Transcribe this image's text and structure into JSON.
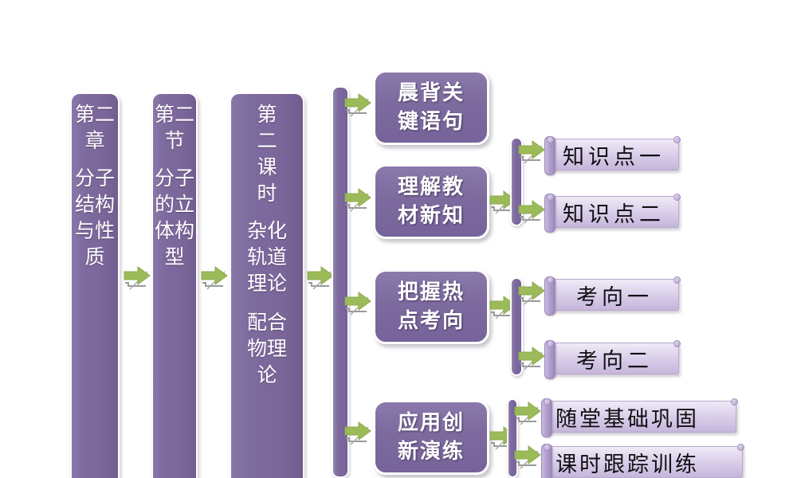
{
  "diagram": {
    "type": "course-navigation-flowchart",
    "language": "zh-CN",
    "colors": {
      "primary_purple": "#7d6a9e",
      "light_lavender": "#ded4ec",
      "arrow_green": "#9bbb59",
      "background": "#ffffff",
      "text_on_purple": "#ffffff",
      "text_on_lavender": "#100f12"
    }
  },
  "columns": {
    "chapter": {
      "heading": "第二章",
      "body": "分子结构与性质"
    },
    "section": {
      "heading": "第二节",
      "body": "分子的立体构型"
    },
    "lesson": {
      "heading": "第二课时",
      "topic_one": "杂化轨道理论",
      "topic_two": "配合物理论"
    }
  },
  "stages": [
    {
      "id": "stage-1",
      "line1": "晨背关",
      "line2": "键语句"
    },
    {
      "id": "stage-2",
      "line1": "理解教",
      "line2": "材新知"
    },
    {
      "id": "stage-3",
      "line1": "把握热",
      "line2": "点考向"
    },
    {
      "id": "stage-4",
      "line1": "应用创",
      "line2": "新演练"
    }
  ],
  "branches": {
    "knowledge": [
      {
        "id": "knowledge-point-1",
        "label": "知识点一"
      },
      {
        "id": "knowledge-point-2",
        "label": "知识点二"
      }
    ],
    "exam": [
      {
        "id": "exam-direction-1",
        "label": "考向一"
      },
      {
        "id": "exam-direction-2",
        "label": "考向二"
      }
    ],
    "practice": [
      {
        "id": "practice-basic",
        "label": "随堂基础巩固"
      },
      {
        "id": "practice-followup",
        "label": "课时跟踪训练"
      }
    ]
  },
  "icons": {
    "arrow": "right-arrow-icon",
    "connector": "vertical-connector-bar"
  }
}
